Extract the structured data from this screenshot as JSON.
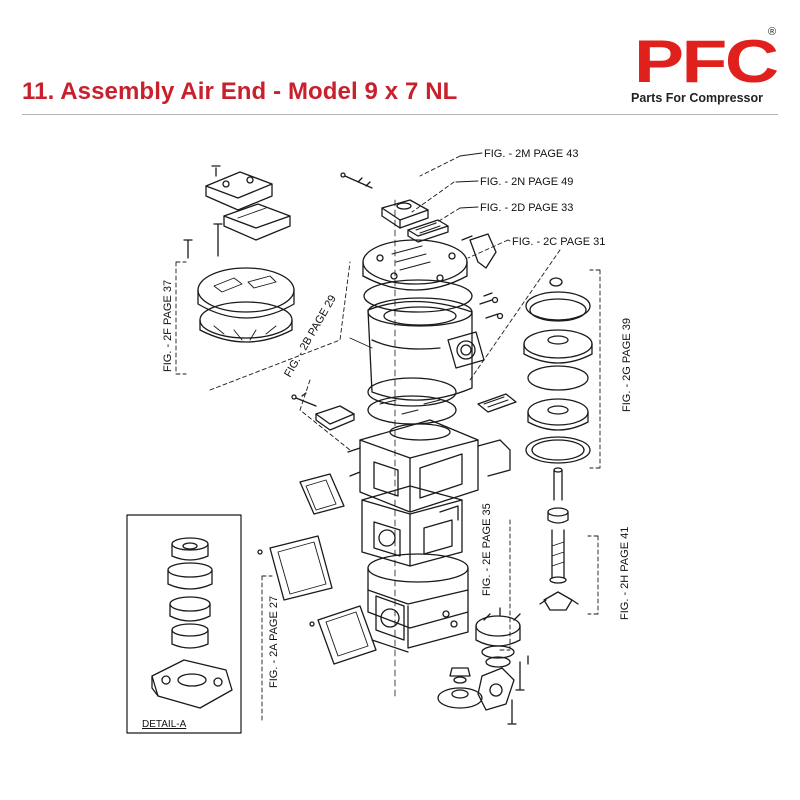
{
  "header": {
    "title": "11. Assembly Air End - Model 9 x 7 NL"
  },
  "logo": {
    "mark": "PFC",
    "registered": "®",
    "tagline": "Parts For Compressor",
    "brand_color": "#e0201c"
  },
  "title_color": "#c8202c",
  "callouts": {
    "fig_2m": "FIG. - 2M PAGE 43",
    "fig_2n": "FIG. - 2N PAGE 49",
    "fig_2d": "FIG. - 2D PAGE 33",
    "fig_2c": "FIG. - 2C PAGE 31",
    "fig_2f": "FIG. - 2F PAGE 37",
    "fig_2b": "FIG. - 2B PAGE 29",
    "fig_2g": "FIG. - 2G PAGE 39",
    "fig_2e": "FIG. - 2E PAGE 35",
    "fig_2h": "FIG. - 2H PAGE 41",
    "fig_2a": "FIG. - 2A PAGE 27",
    "detail_a": "DETAIL-A"
  }
}
